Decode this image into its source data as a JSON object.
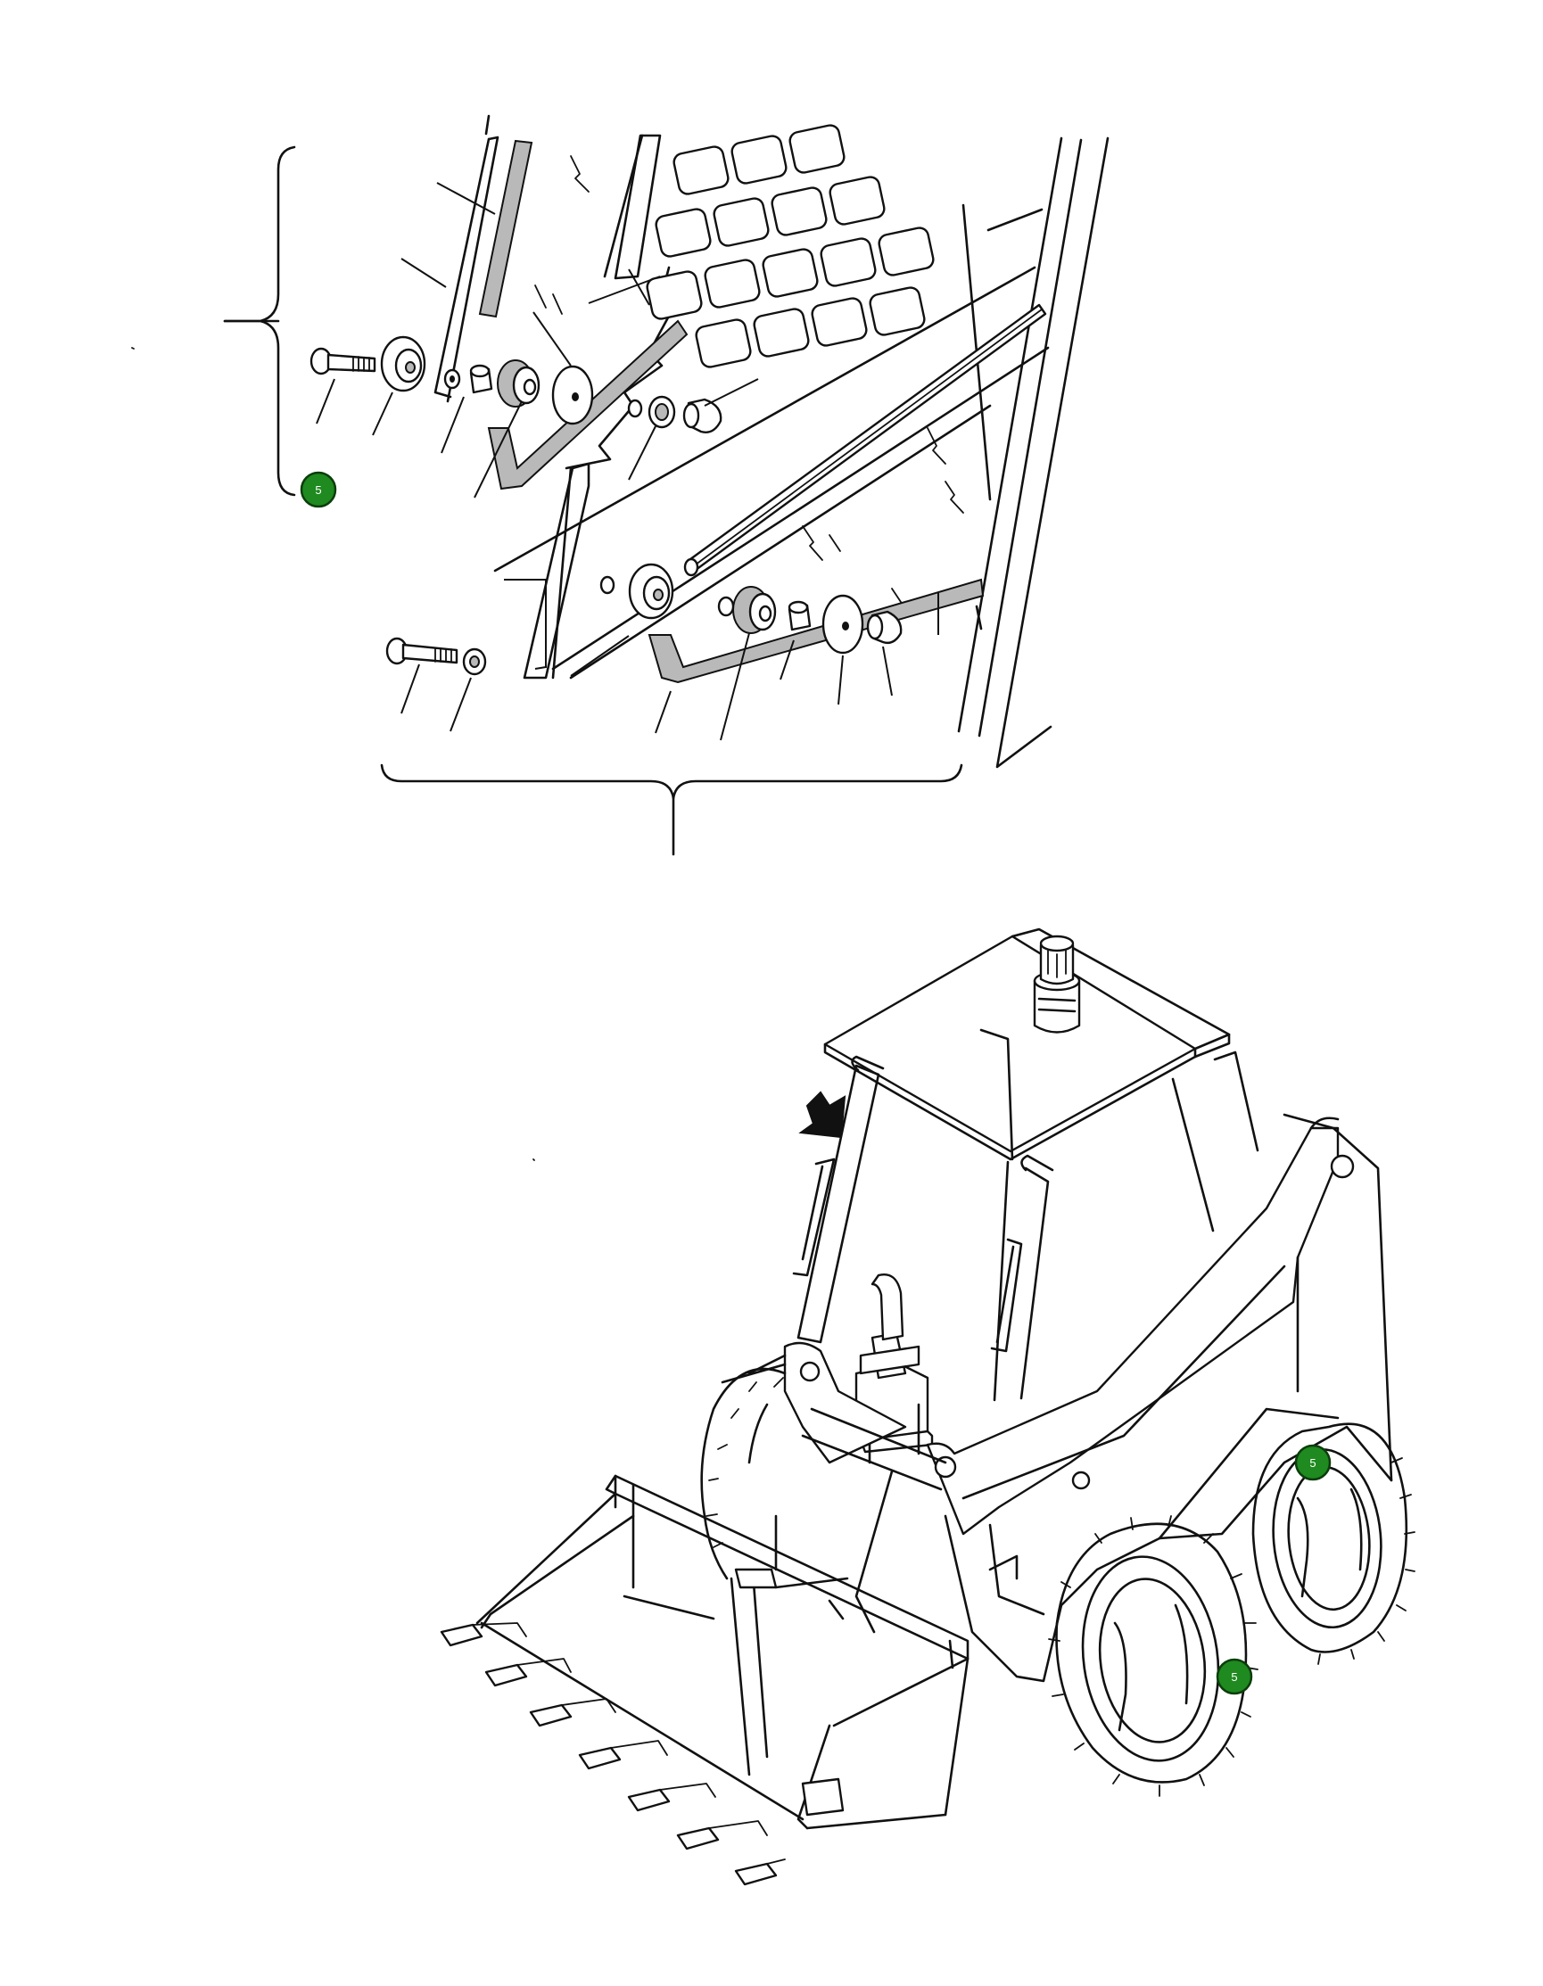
{
  "colors": {
    "line": "#111111",
    "background": "#ffffff",
    "callout_fill": "#1f8a1f",
    "callout_text": "#ffffff",
    "seal_stipple": "#b9b9b9"
  },
  "callouts": [
    {
      "id": "callout-detail-left",
      "label": "5"
    },
    {
      "id": "callout-rear-wheel-top",
      "label": "5"
    },
    {
      "id": "callout-rear-wheel-bottom",
      "label": "5"
    }
  ],
  "icons": {
    "direction_arrow": "arrow-down-right-icon",
    "beacon": "warning-beacon-icon"
  }
}
